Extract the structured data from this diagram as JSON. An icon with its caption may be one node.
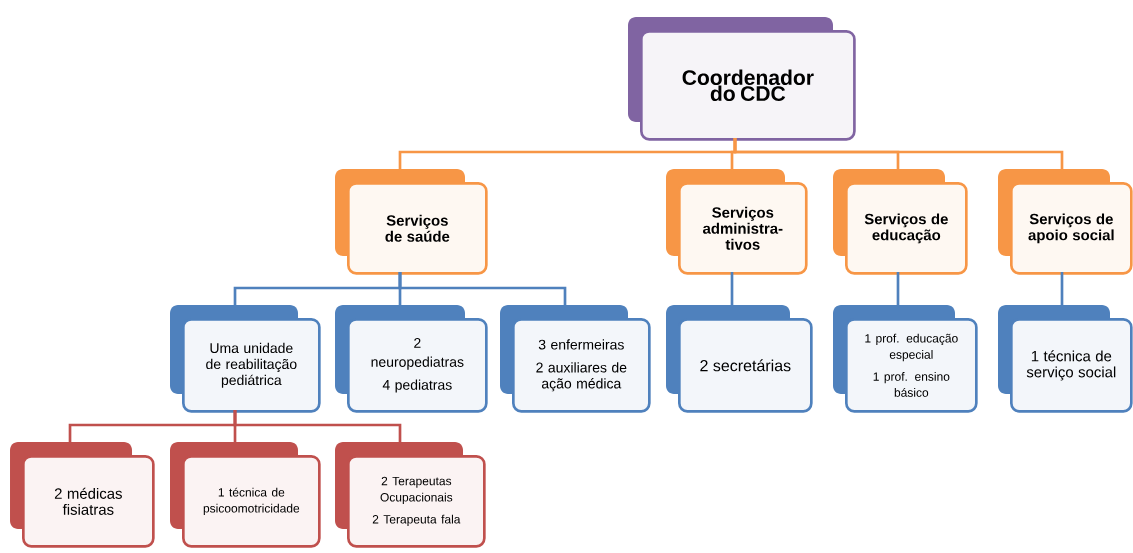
{
  "diagram": {
    "nodes": [
      {
        "text": [
          "Coordenador do CDC"
        ]
      },
      {
        "text": [
          "Serviços de saúde"
        ]
      },
      {
        "text": [
          "Serviços administra- tivos"
        ]
      },
      {
        "text": [
          "Serviços de educação"
        ]
      },
      {
        "text": [
          "Serviços de apoio social"
        ]
      },
      {
        "text": [
          "Uma unidade de reabilitação pediátrica"
        ]
      },
      {
        "text": [
          "2 neuropediatras",
          "4 pediatras"
        ]
      },
      {
        "text": [
          "3 enfermeiras",
          "2 auxiliares de ação médica"
        ]
      },
      {
        "text": [
          "2 secretárias"
        ]
      },
      {
        "text": [
          "1 prof. educação especial",
          "1 prof. ensino básico"
        ]
      },
      {
        "text": [
          "1 técnica de serviço social"
        ]
      },
      {
        "text": [
          "2 médicas fisiatras"
        ]
      },
      {
        "text": [
          "1 técnica de psicoomotricidade"
        ]
      },
      {
        "text": [
          "2 Terapeutas Ocupacionais",
          "2 Terapeuta fala"
        ]
      }
    ],
    "edges": [
      {
        "from": 0,
        "to": 1,
        "arrow": "none",
        "color": "#f79646"
      },
      {
        "from": 0,
        "to": 2,
        "arrow": "none",
        "color": "#f79646"
      },
      {
        "from": 0,
        "to": 3,
        "arrow": "none",
        "color": "#f79646"
      },
      {
        "from": 0,
        "to": 4,
        "arrow": "none",
        "color": "#f79646"
      },
      {
        "from": 1,
        "to": 5,
        "arrow": "none",
        "color": "#4f81bd"
      },
      {
        "from": 1,
        "to": 6,
        "arrow": "none",
        "color": "#4f81bd"
      },
      {
        "from": 1,
        "to": 7,
        "arrow": "none",
        "color": "#4f81bd"
      },
      {
        "from": 2,
        "to": 8,
        "arrow": "none",
        "color": "#4f81bd"
      },
      {
        "from": 3,
        "to": 9,
        "arrow": "none",
        "color": "#4f81bd"
      },
      {
        "from": 4,
        "to": 10,
        "arrow": "none",
        "color": "#4f81bd"
      },
      {
        "from": 5,
        "to": 11,
        "arrow": "none",
        "color": "#c0504d"
      },
      {
        "from": 5,
        "to": 12,
        "arrow": "none",
        "color": "#c0504d"
      },
      {
        "from": 5,
        "to": 13,
        "arrow": "none",
        "color": "#c0504d"
      }
    ]
  }
}
